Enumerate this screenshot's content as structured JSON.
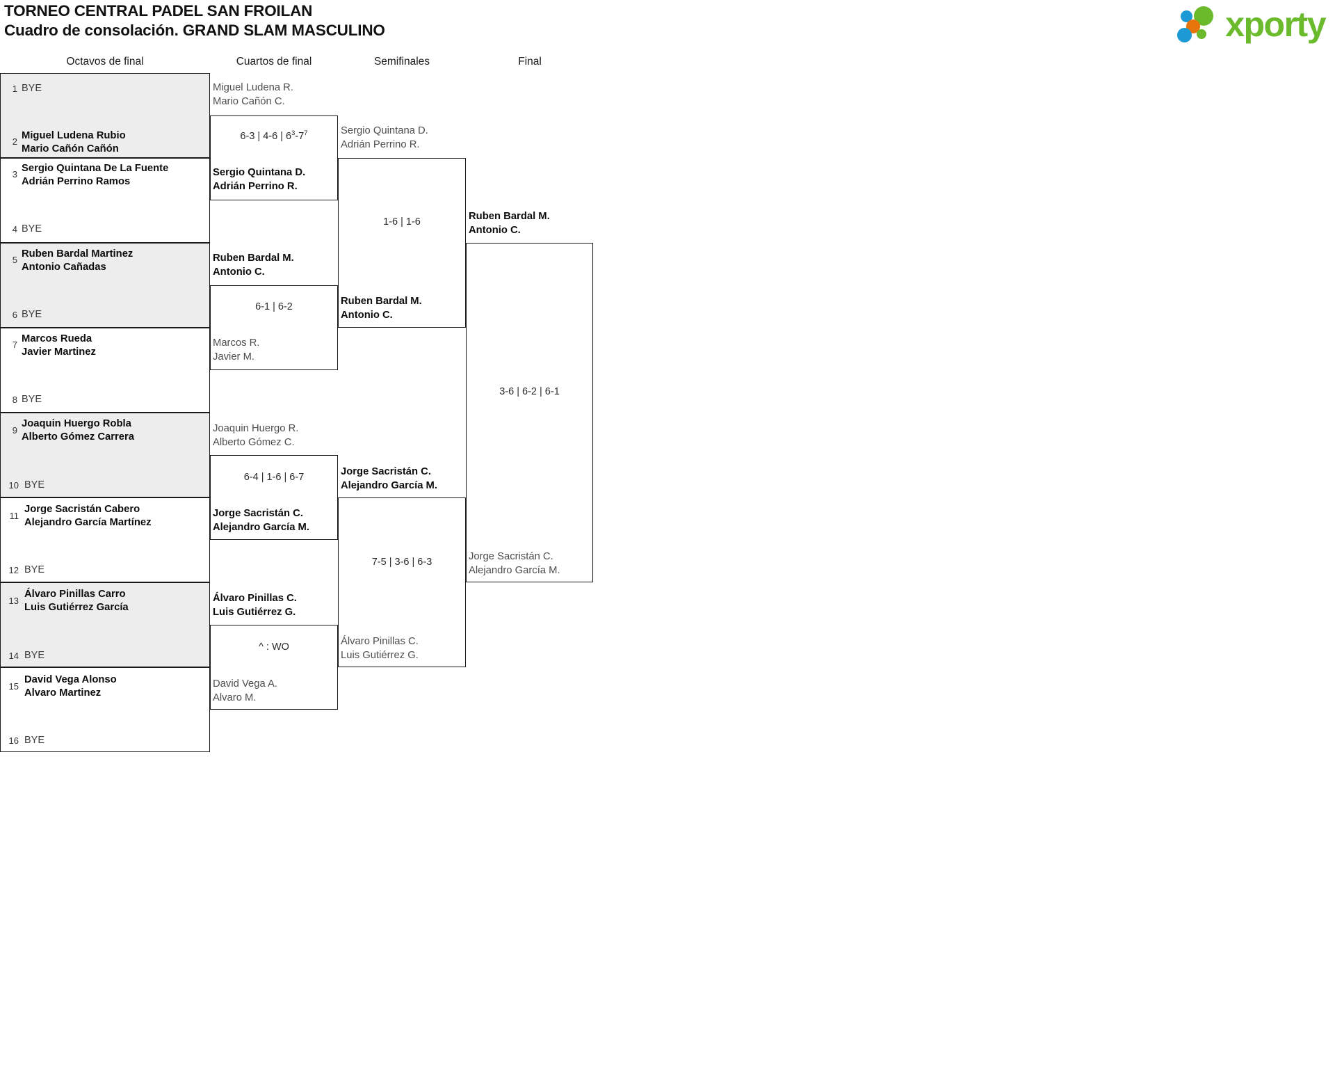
{
  "header": {
    "title_line1": "TORNEO CENTRAL PADEL SAN FROILAN",
    "title_line2": "Cuadro de consolación. GRAND SLAM MASCULINO",
    "logo_text": "xporty",
    "logo_colors": {
      "green": "#6aba2b",
      "blue": "#1b9ad6",
      "orange": "#e8740c"
    }
  },
  "rounds": [
    {
      "key": "r16",
      "label": "Octavos de final"
    },
    {
      "key": "qf",
      "label": "Cuartos de final"
    },
    {
      "key": "sf",
      "label": "Semifinales"
    },
    {
      "key": "f",
      "label": "Final"
    }
  ],
  "bracket": {
    "round_of_16": [
      {
        "seed": "1",
        "line1": "BYE",
        "line2": "",
        "bye": true,
        "winner": false
      },
      {
        "seed": "2",
        "line1": "Miguel Ludena Rubio",
        "line2": "Mario Cañón Cañón",
        "bye": false,
        "winner": true
      },
      {
        "seed": "3",
        "line1": "Sergio Quintana De La Fuente",
        "line2": "Adrián Perrino Ramos",
        "bye": false,
        "winner": true
      },
      {
        "seed": "4",
        "line1": "BYE",
        "line2": "",
        "bye": true,
        "winner": false
      },
      {
        "seed": "5",
        "line1": "Ruben Bardal Martinez",
        "line2": "Antonio Cañadas",
        "bye": false,
        "winner": true
      },
      {
        "seed": "6",
        "line1": "BYE",
        "line2": "",
        "bye": true,
        "winner": false
      },
      {
        "seed": "7",
        "line1": "Marcos Rueda",
        "line2": "Javier Martinez",
        "bye": false,
        "winner": true
      },
      {
        "seed": "8",
        "line1": "BYE",
        "line2": "",
        "bye": true,
        "winner": false
      },
      {
        "seed": "9",
        "line1": "Joaquin Huergo Robla",
        "line2": "Alberto Gómez Carrera",
        "bye": false,
        "winner": true
      },
      {
        "seed": "10",
        "line1": "BYE",
        "line2": "",
        "bye": true,
        "winner": false
      },
      {
        "seed": "11",
        "line1": "Jorge Sacristán Cabero",
        "line2": "Alejandro García Martínez",
        "bye": false,
        "winner": true
      },
      {
        "seed": "12",
        "line1": "BYE",
        "line2": "",
        "bye": true,
        "winner": false
      },
      {
        "seed": "13",
        "line1": "Álvaro Pinillas Carro",
        "line2": "Luis Gutiérrez García",
        "bye": false,
        "winner": true
      },
      {
        "seed": "14",
        "line1": "BYE",
        "line2": "",
        "bye": true,
        "winner": false
      },
      {
        "seed": "15",
        "line1": "David Vega Alonso",
        "line2": "Alvaro Martinez",
        "bye": false,
        "winner": true
      },
      {
        "seed": "16",
        "line1": "BYE",
        "line2": "",
        "bye": true,
        "winner": false
      }
    ],
    "quarterfinals": [
      {
        "top": {
          "line1": "Miguel Ludena R.",
          "line2": "Mario Cañón C.",
          "winner": false
        },
        "bottom": {
          "line1": "Sergio Quintana D.",
          "line2": "Adrián Perrino R.",
          "winner": true
        },
        "score": {
          "sets": "6-3 | 4-6 | 6-7",
          "display": "6-3 | 4-6 | 6³-7⁷",
          "tiebreak": true,
          "parts": [
            "6-3",
            "4-6"
          ],
          "tb_left_game": "6",
          "tb_left_sup": "3",
          "tb_right_game": "7",
          "tb_right_sup": "7"
        }
      },
      {
        "top": {
          "line1": "Ruben Bardal M.",
          "line2": "Antonio C.",
          "winner": true
        },
        "bottom": {
          "line1": "Marcos R.",
          "line2": "Javier M.",
          "winner": false
        },
        "score": {
          "display": "6-1 | 6-2",
          "tiebreak": false
        }
      },
      {
        "top": {
          "line1": "Joaquin Huergo R.",
          "line2": "Alberto Gómez C.",
          "winner": false
        },
        "bottom": {
          "line1": "Jorge Sacristán C.",
          "line2": "Alejandro García M.",
          "winner": true
        },
        "score": {
          "display": "6-4 | 1-6 | 6-7",
          "tiebreak": false
        }
      },
      {
        "top": {
          "line1": "Álvaro Pinillas C.",
          "line2": "Luis Gutiérrez G.",
          "winner": true
        },
        "bottom": {
          "line1": "David Vega A.",
          "line2": "Alvaro M.",
          "winner": false
        },
        "score": {
          "display": "^ : WO",
          "tiebreak": false
        }
      }
    ],
    "semifinals": [
      {
        "top": {
          "line1": "Sergio Quintana D.",
          "line2": "Adrián Perrino R.",
          "winner": false
        },
        "bottom": {
          "line1": "Ruben Bardal M.",
          "line2": "Antonio C.",
          "winner": true
        },
        "score": {
          "display": "1-6 | 1-6",
          "tiebreak": false
        }
      },
      {
        "top": {
          "line1": "Jorge Sacristán C.",
          "line2": "Alejandro García M.",
          "winner": true
        },
        "bottom": {
          "line1": "Álvaro Pinillas C.",
          "line2": "Luis Gutiérrez G.",
          "winner": false
        },
        "score": {
          "display": "7-5 | 3-6 | 6-3",
          "tiebreak": false
        }
      }
    ],
    "final": [
      {
        "top": {
          "line1": "Ruben Bardal M.",
          "line2": "Antonio C.",
          "winner": true
        },
        "bottom": {
          "line1": "Jorge Sacristán C.",
          "line2": "Alejandro García M.",
          "winner": false
        },
        "score": {
          "display": "3-6 | 6-2 | 6-1",
          "tiebreak": false
        }
      }
    ]
  }
}
